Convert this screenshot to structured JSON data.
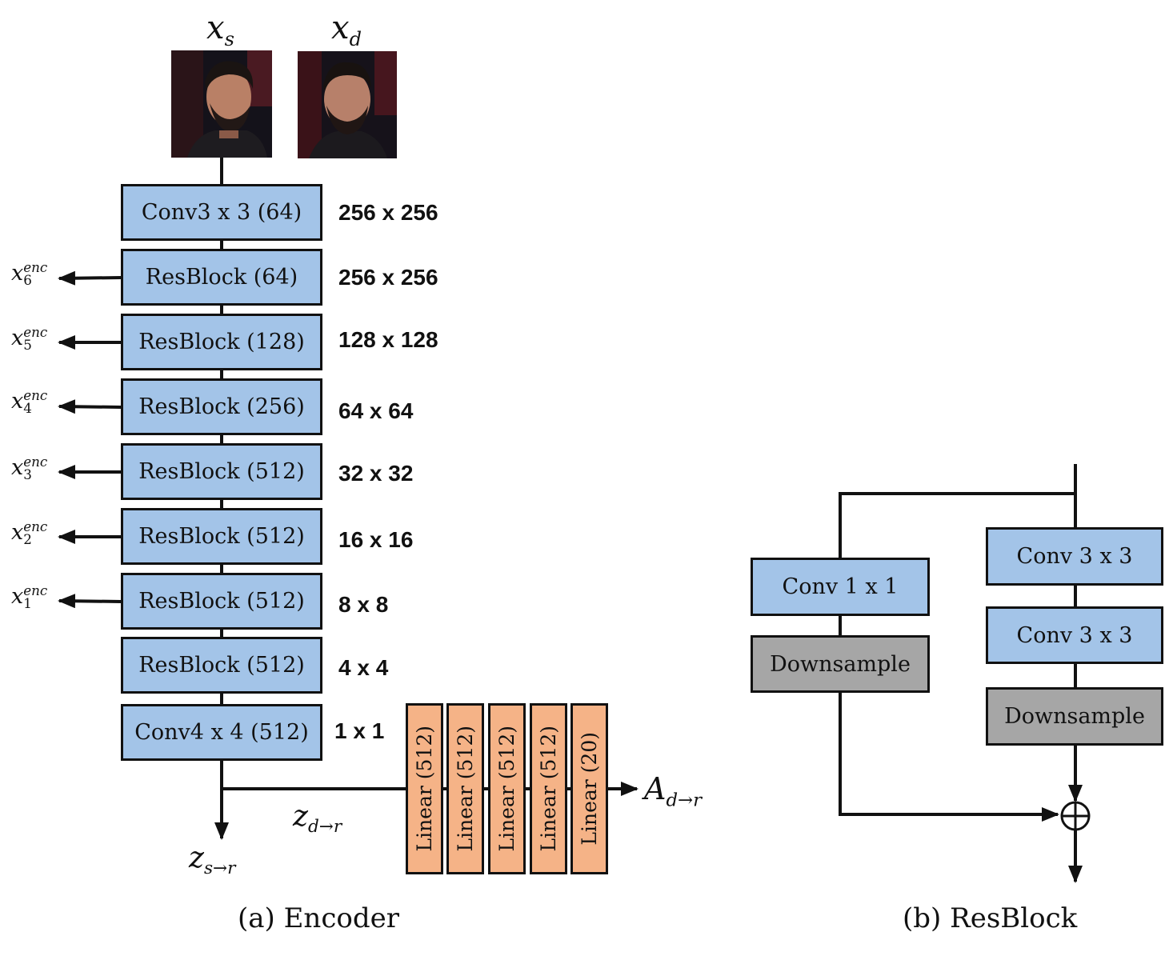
{
  "inputs": {
    "source_label": "x",
    "source_sub": "s",
    "driving_label": "x",
    "driving_sub": "d"
  },
  "encoder": {
    "blocks": [
      {
        "label": "Conv3 x 3 (64)",
        "resolution": "256 x 256"
      },
      {
        "label": "ResBlock (64)",
        "resolution": "256 x 256"
      },
      {
        "label": "ResBlock (128)",
        "resolution": "128 x 128"
      },
      {
        "label": "ResBlock (256)",
        "resolution": "64 x 64"
      },
      {
        "label": "ResBlock (512)",
        "resolution": "32 x 32"
      },
      {
        "label": "ResBlock (512)",
        "resolution": "16 x 16"
      },
      {
        "label": "ResBlock (512)",
        "resolution": "8 x 8"
      },
      {
        "label": "ResBlock (512)",
        "resolution": "4 x 4"
      },
      {
        "label": "Conv4 x 4 (512)",
        "resolution": "1 x 1"
      }
    ],
    "skip_outputs": [
      {
        "base": "x",
        "sub": "6",
        "sup": "enc"
      },
      {
        "base": "x",
        "sub": "5",
        "sup": "enc"
      },
      {
        "base": "x",
        "sub": "4",
        "sup": "enc"
      },
      {
        "base": "x",
        "sub": "3",
        "sup": "enc"
      },
      {
        "base": "x",
        "sub": "2",
        "sup": "enc"
      },
      {
        "base": "x",
        "sub": "1",
        "sup": "enc"
      }
    ],
    "linear_layers": [
      "Linear (512)",
      "Linear (512)",
      "Linear (512)",
      "Linear (512)",
      "Linear (20)"
    ],
    "z_s_base": "z",
    "z_s_sub": "s→r",
    "z_d_base": "z",
    "z_d_sub": "d→r",
    "a_base": "A",
    "a_sub": "d→r",
    "caption": "(a) Encoder"
  },
  "resblock": {
    "skip_conv": "Conv 1 x 1",
    "skip_down": "Downsample",
    "main_conv1": "Conv 3 x 3",
    "main_conv2": "Conv 3 x 3",
    "main_down": "Downsample",
    "sum_symbol": "⊕",
    "caption": "(b) ResBlock"
  },
  "colors": {
    "blue_block": "#a3c4e8",
    "gray_block": "#a6a6a6",
    "orange_block": "#f5b387",
    "line": "#111111"
  }
}
